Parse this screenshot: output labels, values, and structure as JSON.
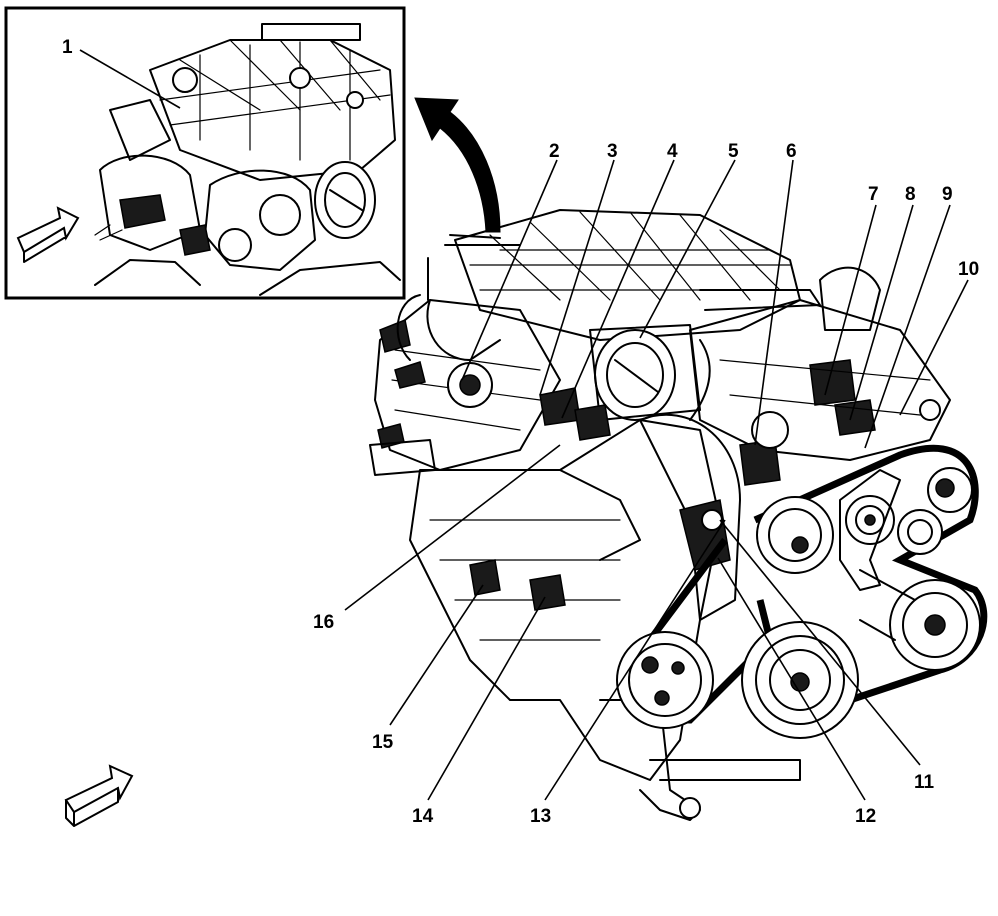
{
  "callouts": [
    {
      "id": "1",
      "label": "1"
    },
    {
      "id": "2",
      "label": "2"
    },
    {
      "id": "3",
      "label": "3"
    },
    {
      "id": "4",
      "label": "4"
    },
    {
      "id": "5",
      "label": "5"
    },
    {
      "id": "6",
      "label": "6"
    },
    {
      "id": "7",
      "label": "7"
    },
    {
      "id": "8",
      "label": "8"
    },
    {
      "id": "9",
      "label": "9"
    },
    {
      "id": "10",
      "label": "10"
    },
    {
      "id": "11",
      "label": "11"
    },
    {
      "id": "12",
      "label": "12"
    },
    {
      "id": "13",
      "label": "13"
    },
    {
      "id": "14",
      "label": "14"
    },
    {
      "id": "15",
      "label": "15"
    },
    {
      "id": "16",
      "label": "16"
    }
  ],
  "colors": {
    "line": "#000000",
    "background": "#ffffff",
    "fill_dark": "#1a1a1a"
  },
  "icons": {
    "view_arrow": "front-direction-arrow-icon",
    "inset_pointer": "curved-arrow-icon"
  }
}
